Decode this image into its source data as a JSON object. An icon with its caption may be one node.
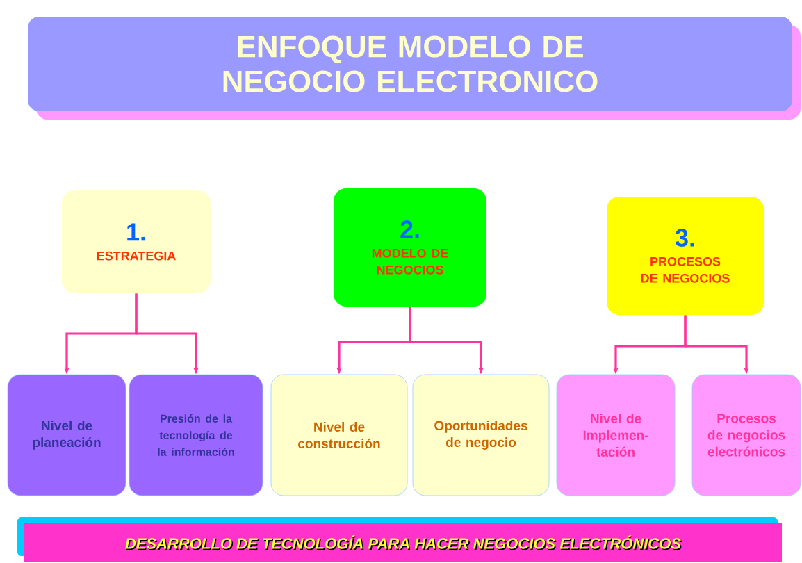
{
  "diagram": {
    "title": "ENFOQUE MODELO DE NEGOCIO ELECTRONICO",
    "nodes": [
      {
        "text": [
          "1.",
          "ESTRATEGIA"
        ]
      },
      {
        "text": [
          "2.",
          "MODELO DE NEGOCIOS"
        ]
      },
      {
        "text": [
          "3.",
          "PROCESOS DE NEGOCIOS"
        ]
      },
      {
        "text": [
          "Nivel de planeación"
        ]
      },
      {
        "text": [
          "Presión de la tecnología de la información"
        ]
      },
      {
        "text": [
          "Nivel de construcción"
        ]
      },
      {
        "text": [
          "Oportunidades de negocio"
        ]
      },
      {
        "text": [
          "Nivel de Implemen- tación"
        ]
      },
      {
        "text": [
          "Procesos de negocios electrónicos"
        ]
      },
      {
        "text": [
          "DESARROLLO DE TECNOLOGÍA PARA HACER NEGOCIOS ELECTRÓNICOS"
        ]
      }
    ],
    "edges": [
      {
        "from": 0,
        "to": 3,
        "arrow": "to"
      },
      {
        "from": 0,
        "to": 4,
        "arrow": "to"
      },
      {
        "from": 1,
        "to": 5,
        "arrow": "to"
      },
      {
        "from": 1,
        "to": 6,
        "arrow": "to"
      },
      {
        "from": 2,
        "to": 7,
        "arrow": "to"
      },
      {
        "from": 2,
        "to": 8,
        "arrow": "to"
      }
    ]
  }
}
